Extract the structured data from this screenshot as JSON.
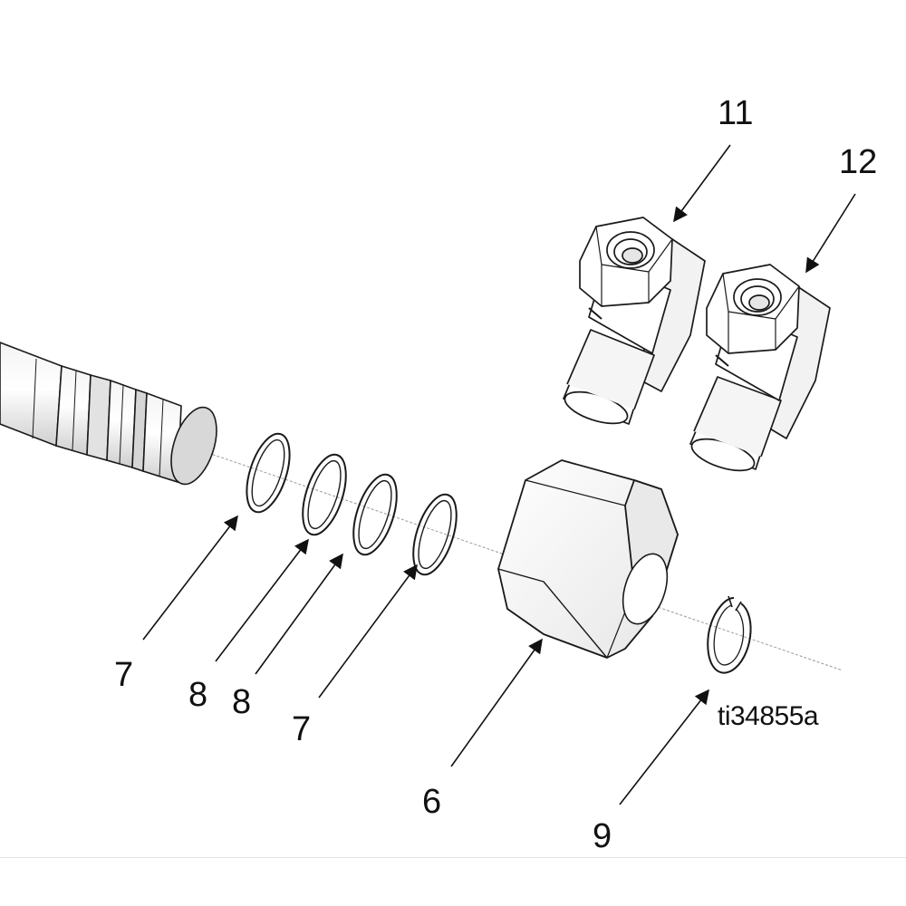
{
  "figure_id": "ti34855a",
  "callouts": {
    "c11": "11",
    "c12": "12",
    "c7a": "7",
    "c8a": "8",
    "c8b": "8",
    "c7b": "7",
    "c6": "6",
    "c9": "9"
  },
  "colors": {
    "line": "#1a1a1a",
    "part_fill": "#ffffff",
    "shade_light": "#ededed",
    "shade_mid": "#d9d9d9",
    "shade_dark": "#bdbdbd"
  }
}
